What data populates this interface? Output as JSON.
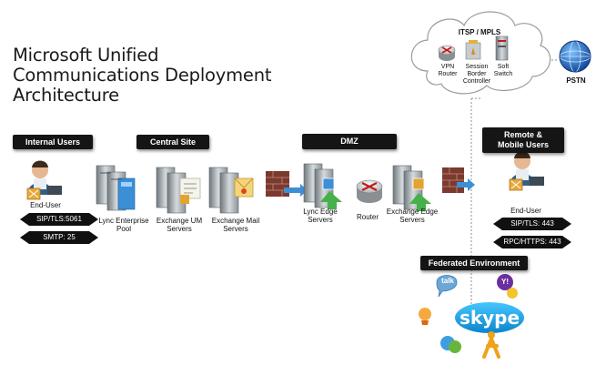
{
  "title": {
    "line1": "Microsoft Unified",
    "line2": "Communications Deployment",
    "line3": "Architecture"
  },
  "headers": {
    "internal_users": "Internal Users",
    "central_site": "Central Site",
    "dmz": "DMZ",
    "remote_line1": "Remote &",
    "remote_line2": "Mobile Users",
    "federated": "Federated Environment"
  },
  "cloud": {
    "title": "ITSP / MPLS",
    "vpn_line1": "VPN",
    "vpn_line2": "Router",
    "sbc_line1": "Session",
    "sbc_line2": "Border",
    "sbc_line3": "Controller",
    "soft_line1": "Soft",
    "soft_line2": "Switch"
  },
  "pstn": "PSTN",
  "nodes": {
    "end_user_left": "End-User",
    "lync_pool_line1": "Lync Enterprise",
    "lync_pool_line2": "Pool",
    "exch_um_line1": "Exchange UM",
    "exch_um_line2": "Servers",
    "exch_mail_line1": "Exchange Mail",
    "exch_mail_line2": "Servers",
    "lync_edge_line1": "Lync Edge",
    "lync_edge_line2": "Servers",
    "router": "Router",
    "exch_edge_line1": "Exchange Edge",
    "exch_edge_line2": "Servers",
    "end_user_right": "End-User"
  },
  "protocols": {
    "sip_left": "SIP/TLS:5061",
    "smtp": "SMTP: 25",
    "sip_right": "SIP/TLS: 443",
    "rpc": "RPC/HTTPS: 443"
  },
  "federated_logos": {
    "talk": "talk",
    "skype": "skype",
    "yahoo": "Y!"
  },
  "colors": {
    "header_bg": "#151515",
    "firewall": "#7a3a2e",
    "skype_blue": "#1aa3e8",
    "server_gray": "#9aa3a8"
  }
}
